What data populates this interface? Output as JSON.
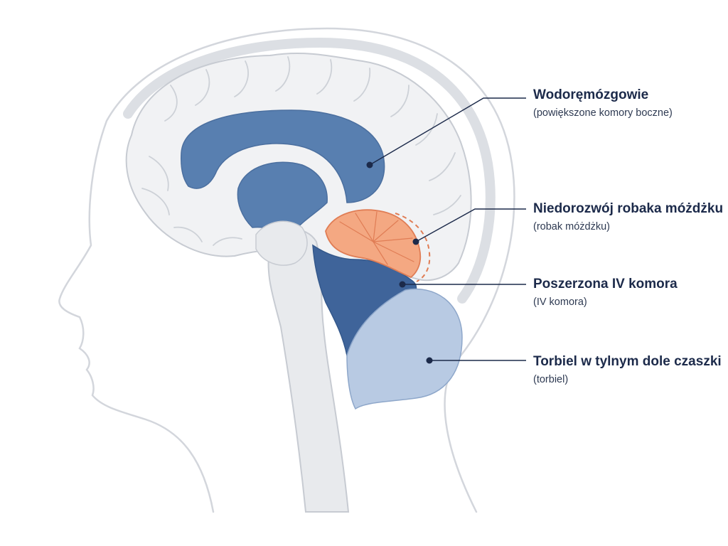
{
  "callouts": [
    {
      "key": "hydrocephalus",
      "title": "Wodoręmózgowie",
      "subtitle": "(powiększone komory boczne)"
    },
    {
      "key": "vermis",
      "title": "Niedorozwój robaka móżdżku",
      "subtitle": "(robak móżdżku)"
    },
    {
      "key": "fourth-ventricle",
      "title": "Poszerzona IV komora",
      "subtitle": "(IV komora)"
    },
    {
      "key": "cyst",
      "title": "Torbiel w tylnym dole czaszki",
      "subtitle": "(torbiel)"
    }
  ],
  "colors": {
    "head_outline": "#d3d6dc",
    "skull": "#dcdfe4",
    "brain_fill": "#f1f2f4",
    "brain_stroke": "#c7cbd2",
    "ventricle": "#587fb0",
    "fourth_ventricle": "#3f649a",
    "cyst": "#b8cae3",
    "cerebellum": "#f4a882",
    "cerebellum_stroke": "#e07d55",
    "leader_line": "#1c2a4a"
  }
}
